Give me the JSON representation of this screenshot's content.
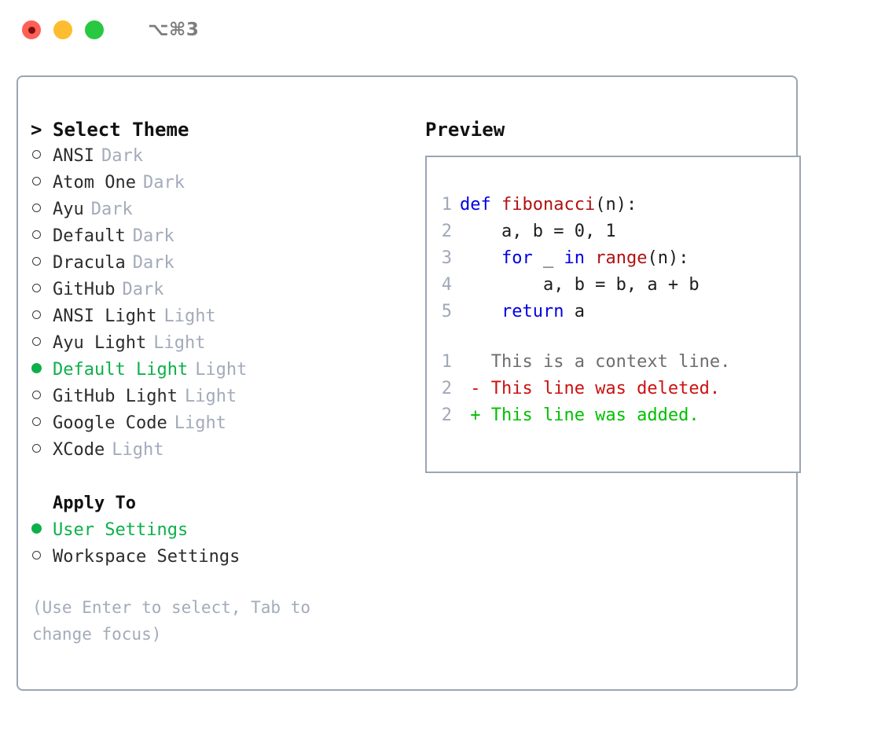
{
  "window": {
    "title": "⌥⌘3",
    "controls": [
      {
        "name": "close",
        "color": "#ff5f57"
      },
      {
        "name": "minimize",
        "color": "#febc2e"
      },
      {
        "name": "maximize",
        "color": "#28c840"
      }
    ]
  },
  "colors": {
    "accent_green": "#0cb04a",
    "diff_add": "#00c000",
    "diff_del": "#cc1111",
    "keyword": "#0000e6",
    "function": "#b21111",
    "muted": "#a3abba",
    "border": "#9ba5b4"
  },
  "theme_list": {
    "caret": ">",
    "heading": "Select Theme",
    "items": [
      {
        "label": "ANSI",
        "tag": "Dark",
        "selected": false
      },
      {
        "label": "Atom One",
        "tag": "Dark",
        "selected": false
      },
      {
        "label": "Ayu",
        "tag": "Dark",
        "selected": false
      },
      {
        "label": "Default",
        "tag": "Dark",
        "selected": false
      },
      {
        "label": "Dracula",
        "tag": "Dark",
        "selected": false
      },
      {
        "label": "GitHub",
        "tag": "Dark",
        "selected": false
      },
      {
        "label": "ANSI Light",
        "tag": "Light",
        "selected": false
      },
      {
        "label": "Ayu Light",
        "tag": "Light",
        "selected": false
      },
      {
        "label": "Default Light",
        "tag": "Light",
        "selected": true
      },
      {
        "label": "GitHub Light",
        "tag": "Light",
        "selected": false
      },
      {
        "label": "Google Code",
        "tag": "Light",
        "selected": false
      },
      {
        "label": "XCode",
        "tag": "Light",
        "selected": false
      }
    ]
  },
  "apply_to": {
    "heading": "Apply To",
    "items": [
      {
        "label": "User Settings",
        "selected": true
      },
      {
        "label": "Workspace Settings",
        "selected": false
      }
    ]
  },
  "hint": "(Use Enter to select, Tab to change focus)",
  "preview": {
    "title": "Preview",
    "code_lines": [
      {
        "number": "1",
        "tokens": [
          {
            "t": "def ",
            "c": "kw"
          },
          {
            "t": "fibonacci",
            "c": "fn"
          },
          {
            "t": "(n):",
            "c": "plain"
          }
        ]
      },
      {
        "number": "2",
        "tokens": [
          {
            "t": "    a, b = 0, 1",
            "c": "plain"
          }
        ]
      },
      {
        "number": "3",
        "tokens": [
          {
            "t": "    ",
            "c": "plain"
          },
          {
            "t": "for",
            "c": "kw"
          },
          {
            "t": " _ ",
            "c": "plain"
          },
          {
            "t": "in",
            "c": "kw"
          },
          {
            "t": " ",
            "c": "plain"
          },
          {
            "t": "range",
            "c": "fn"
          },
          {
            "t": "(n):",
            "c": "plain"
          }
        ]
      },
      {
        "number": "4",
        "tokens": [
          {
            "t": "        a, b = b, a + b",
            "c": "plain"
          }
        ]
      },
      {
        "number": "5",
        "tokens": [
          {
            "t": "    ",
            "c": "plain"
          },
          {
            "t": "return",
            "c": "kw"
          },
          {
            "t": " a",
            "c": "plain"
          }
        ]
      }
    ],
    "diff_lines": [
      {
        "number": "1",
        "marker": "  ",
        "text": "This is a context line.",
        "kind": "ctx"
      },
      {
        "number": "2",
        "marker": "- ",
        "text": "This line was deleted.",
        "kind": "del"
      },
      {
        "number": "2",
        "marker": "+ ",
        "text": "This line was added.",
        "kind": "add"
      }
    ]
  }
}
